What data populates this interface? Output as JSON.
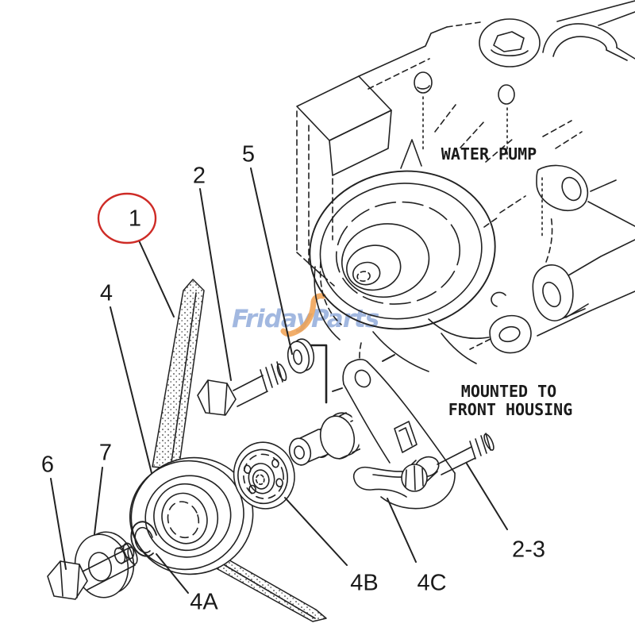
{
  "diagram": {
    "title_labels": {
      "water_pump": "WATER PUMP",
      "mounted_line1": "MOUNTED TO",
      "mounted_line2": "FRONT HOUSING"
    },
    "watermark": {
      "text": "FridayParts",
      "blue": "#8ba7d9",
      "orange": "#f0a050"
    },
    "colors": {
      "line": "#222222",
      "highlight_red": "#ce2b26",
      "background": "#ffffff"
    },
    "callouts": [
      {
        "id": "1",
        "label": "1",
        "highlighted": true
      },
      {
        "id": "2",
        "label": "2",
        "highlighted": false
      },
      {
        "id": "5",
        "label": "5",
        "highlighted": false
      },
      {
        "id": "4",
        "label": "4",
        "highlighted": false
      },
      {
        "id": "6",
        "label": "6",
        "highlighted": false
      },
      {
        "id": "7",
        "label": "7",
        "highlighted": false
      },
      {
        "id": "4A",
        "label": "4A",
        "highlighted": false
      },
      {
        "id": "4B",
        "label": "4B",
        "highlighted": false
      },
      {
        "id": "4C",
        "label": "4C",
        "highlighted": false
      },
      {
        "id": "2-3",
        "label": "2-3",
        "highlighted": false
      }
    ]
  }
}
